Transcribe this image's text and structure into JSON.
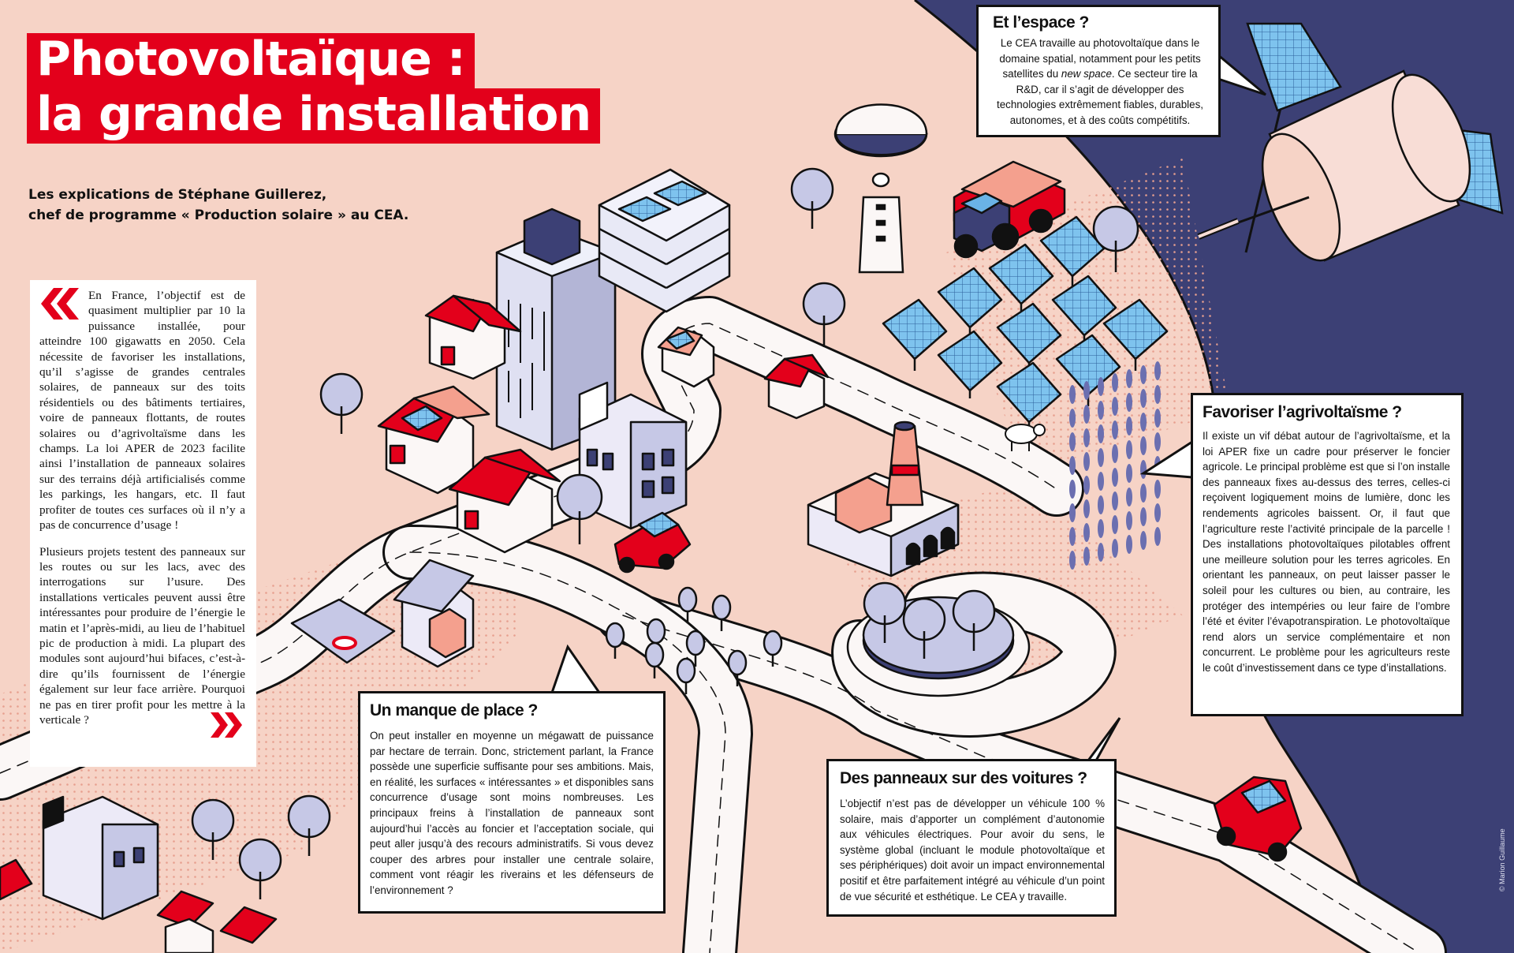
{
  "title": {
    "line1": "Photovoltaïque :",
    "line2": "la grande installation"
  },
  "subtitle": {
    "line1": "Les explications de Stéphane Guillerez,",
    "line2": "chef de programme « Production solaire » au CEA."
  },
  "quote": {
    "para1": "En France, l’objectif est de quasiment multiplier par 10 la puissance installée, pour atteindre 100 gigawatts en 2050. Cela nécessite de favoriser les installations, qu’il s’agisse de grandes centrales solaires, de panneaux sur des toits résidentiels ou des bâtiments tertiaires, voire de panneaux flottants, de routes solaires ou d’agrivoltaïsme dans les champs. La loi APER de 2023 facilite ainsi l’installation de panneaux solaires sur des terrains déjà artificialisés comme les parkings, les hangars, etc. Il faut profiter de toutes ces surfaces où il n’y a pas de concurrence d’usage !",
    "para2": "Plusieurs projets testent des panneaux sur les routes ou sur les lacs, avec des interrogations sur l’usure. Des installations verticales peuvent aussi être intéressantes pour produire de l’énergie le matin et l’après-midi, au lieu de l’habituel pic de production à midi. La plupart des modules sont aujourd’hui bifaces, c’est-à-dire qu’ils fournissent de l’énergie également sur leur face arrière. Pourquoi ne pas en tirer profit pour les mettre à la verticale ?"
  },
  "bubbles": {
    "espace": {
      "title": "Et l’espace ?",
      "text_a": "Le CEA travaille au photovoltaïque dans le domaine spatial, notamment pour les petits satellites du ",
      "text_em": "new space",
      "text_b": ". Ce secteur tire la R&D, car il s’agit de développer des technologies extrêmement fiables, durables, autonomes, et à des coûts compétitifs."
    },
    "agri": {
      "title": "Favoriser l’agrivoltaïsme ?",
      "text": "Il existe un vif débat autour de l’agrivoltaïsme, et la loi APER fixe un cadre pour préserver le foncier agricole. Le principal problème est que si l’on installe des panneaux fixes au-dessus des terres, celles-ci reçoivent logiquement moins de lumière, donc les rendements agricoles baissent. Or, il faut que l’agriculture reste l’activité principale de la parcelle ! Des installations photovoltaïques pilotables offrent une meilleure solution pour les terres agricoles. En orientant les panneaux, on peut laisser passer le soleil pour les cultures ou bien, au contraire, les protéger des intempéries ou leur faire de l’ombre l’été et éviter l’évapotranspiration. Le photovoltaïque rend alors un service complémentaire et non concurrent. Le problème pour les agriculteurs reste le coût d’investissement dans ce type d’installations."
    },
    "place": {
      "title": "Un manque de place ?",
      "text": "On peut installer en moyenne un mégawatt de puissance par hectare de terrain. Donc, strictement parlant, la France possède une superficie suffisante pour ses ambitions. Mais, en réalité, les surfaces « intéressantes » et disponibles sans concurrence d’usage sont moins nombreuses. Les principaux freins à l’installation de panneaux sont aujourd’hui l’accès au foncier et l’acceptation sociale, qui peut aller jusqu’à des recours administratifs. Si vous devez couper des arbres pour installer une centrale solaire, comment vont réagir les riverains et les défenseurs de l’environnement ?"
    },
    "voitures": {
      "title": "Des panneaux sur des voitures ?",
      "text": "L’objectif n’est pas de développer un véhicule 100 % solaire, mais d’apporter un complément d’autonomie aux véhicules électriques. Pour avoir du sens, le système global (incluant le module photovoltaïque et ses périphériques) doit avoir un impact environnemental positif et être parfaitement intégré au véhicule d’un point de vue sécurité et esthétique. Le CEA y travaille."
    }
  },
  "credit": "© Marion Guillaume",
  "colors": {
    "background": "#f6d3c6",
    "accent_red": "#e3001b",
    "space_navy": "#3c4075",
    "building_lilac": "#c6c8e6",
    "panel_blue": "#6ab3e6"
  }
}
